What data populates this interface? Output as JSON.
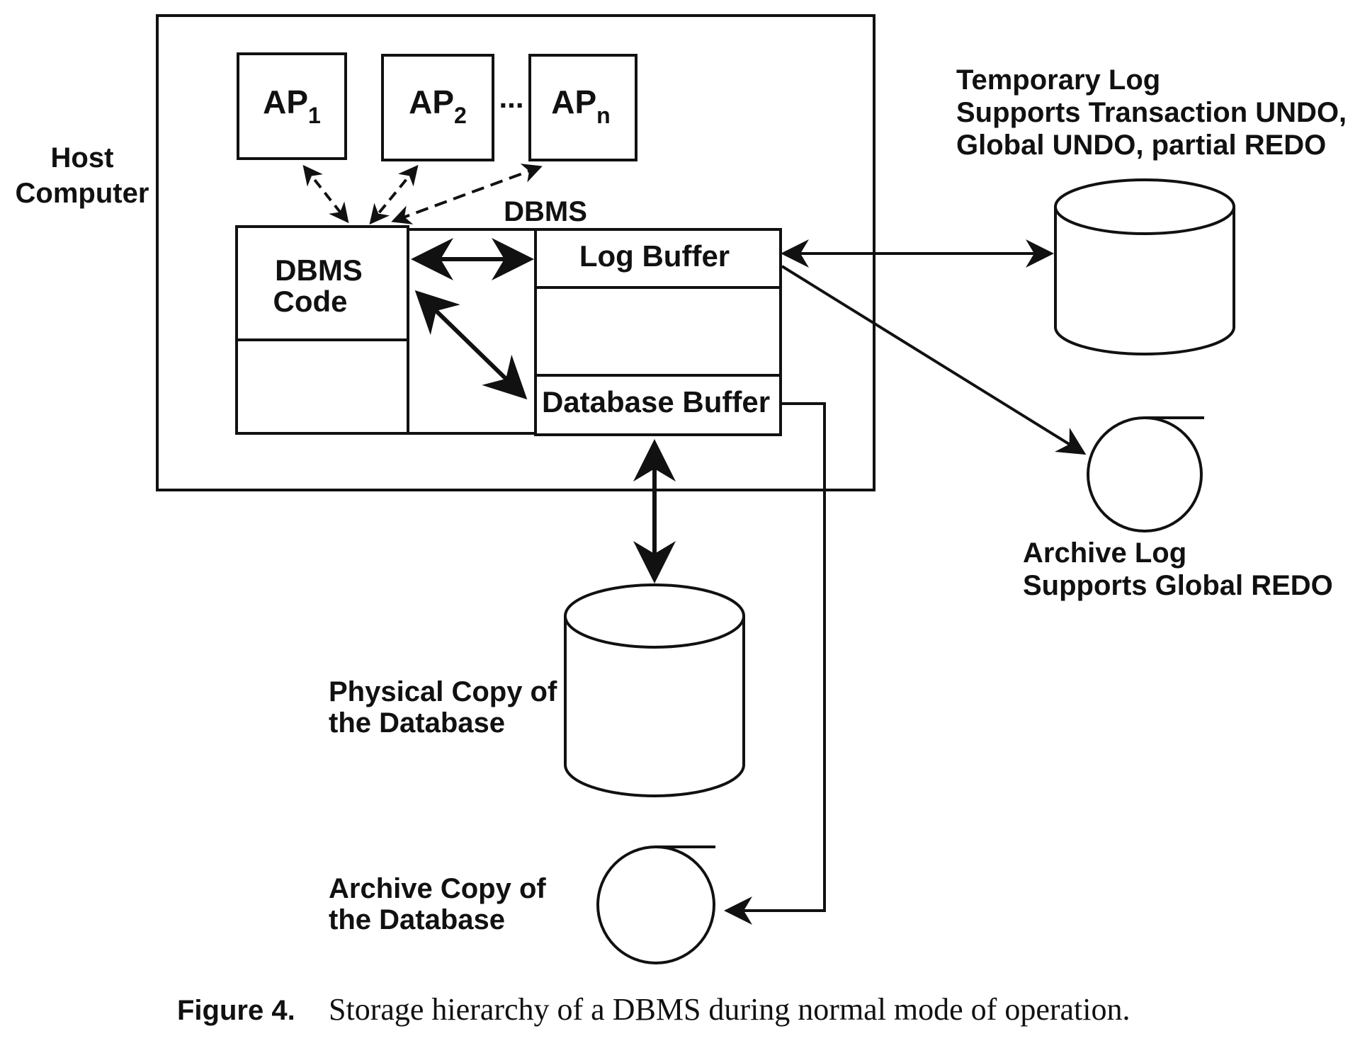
{
  "host": {
    "label_line1": "Host",
    "label_line2": "Computer"
  },
  "dbms": {
    "label": "DBMS",
    "code_line1": "DBMS",
    "code_line2": "Code",
    "log_buffer": "Log Buffer",
    "database_buffer": "Database Buffer"
  },
  "aps": [
    {
      "base": "AP",
      "sub": "1"
    },
    {
      "base": "AP",
      "sub": "2"
    },
    {
      "base": "AP",
      "sub": "n"
    }
  ],
  "ellipsis": "...",
  "temporary_log": {
    "line1": "Temporary Log",
    "line2": "Supports Transaction UNDO,",
    "line3": "Global UNDO, partial REDO"
  },
  "archive_log": {
    "line1": "Archive Log",
    "line2": "Supports Global REDO"
  },
  "physical_copy": {
    "line1": "Physical Copy of",
    "line2": "the Database"
  },
  "archive_copy": {
    "line1": "Archive Copy of",
    "line2": "the Database"
  },
  "caption": {
    "number": "Figure 4.",
    "text": "Storage hierarchy of a DBMS during normal mode of operation."
  }
}
